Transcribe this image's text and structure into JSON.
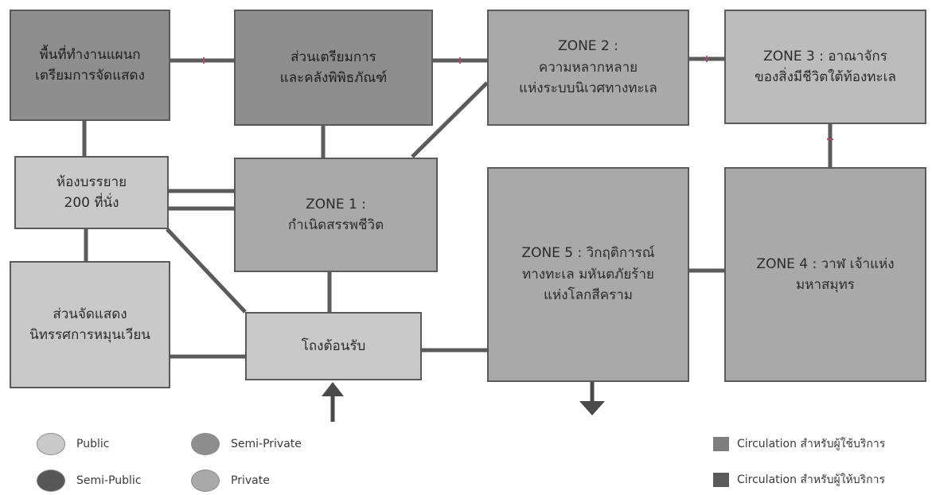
{
  "boxes": {
    "work_area": [
      "พื้นที่ทำงานแผนก",
      "เตรียมการจัดแสดง"
    ],
    "storage": [
      "ส่วนเตรียมการ",
      "และคลังพิพิธภัณฑ์"
    ],
    "zone2": [
      "ZONE 2 :",
      "ความหลากหลาย",
      "แห่งระบบนิเวศทางทะเล"
    ],
    "zone3": [
      "ZONE 3 : อาณาจักร",
      "ของสิ่งมีชีวิตใต้ท้องทะเล"
    ],
    "lecture": [
      "ห้องบรรยาย",
      "200 ที่นั่ง"
    ],
    "zone1": [
      "ZONE 1 :",
      "กำเนิดสรรพชีวิต"
    ],
    "zone5": [
      "ZONE 5 : วิกฤติการณ์",
      "ทางทะเล มหันตภัยร้าย",
      "แห่งโลกสีคราม"
    ],
    "zone4": [
      "ZONE 4 : วาฬ เจ้าแห่ง",
      "มหาสมุทร"
    ],
    "exhibition": [
      "ส่วนจัดแสดง",
      "นิทรรศการหมุนเวียน"
    ],
    "lobby": [
      "โถงต้อนรับ"
    ]
  },
  "legend": {
    "zones": [
      {
        "label": "Public",
        "color": "#c9c9c9"
      },
      {
        "label": "Semi-Private",
        "color": "#8e8e8e"
      },
      {
        "label": "Semi-Public",
        "color": "#565656"
      },
      {
        "label": "Private",
        "color": "#a9a9a9"
      }
    ],
    "circulation": [
      {
        "label": "Circulation สำหรับผู้ใช้บริการ",
        "color": "#7d7d7d"
      },
      {
        "label": "Circulation สำหรับผู้ให้บริการ",
        "color": "#5b5b5b"
      }
    ]
  },
  "colors": {
    "user_line": "#6a6a6a",
    "staff_line": "#4a4a4a",
    "accent_tick": "#b4487a"
  }
}
